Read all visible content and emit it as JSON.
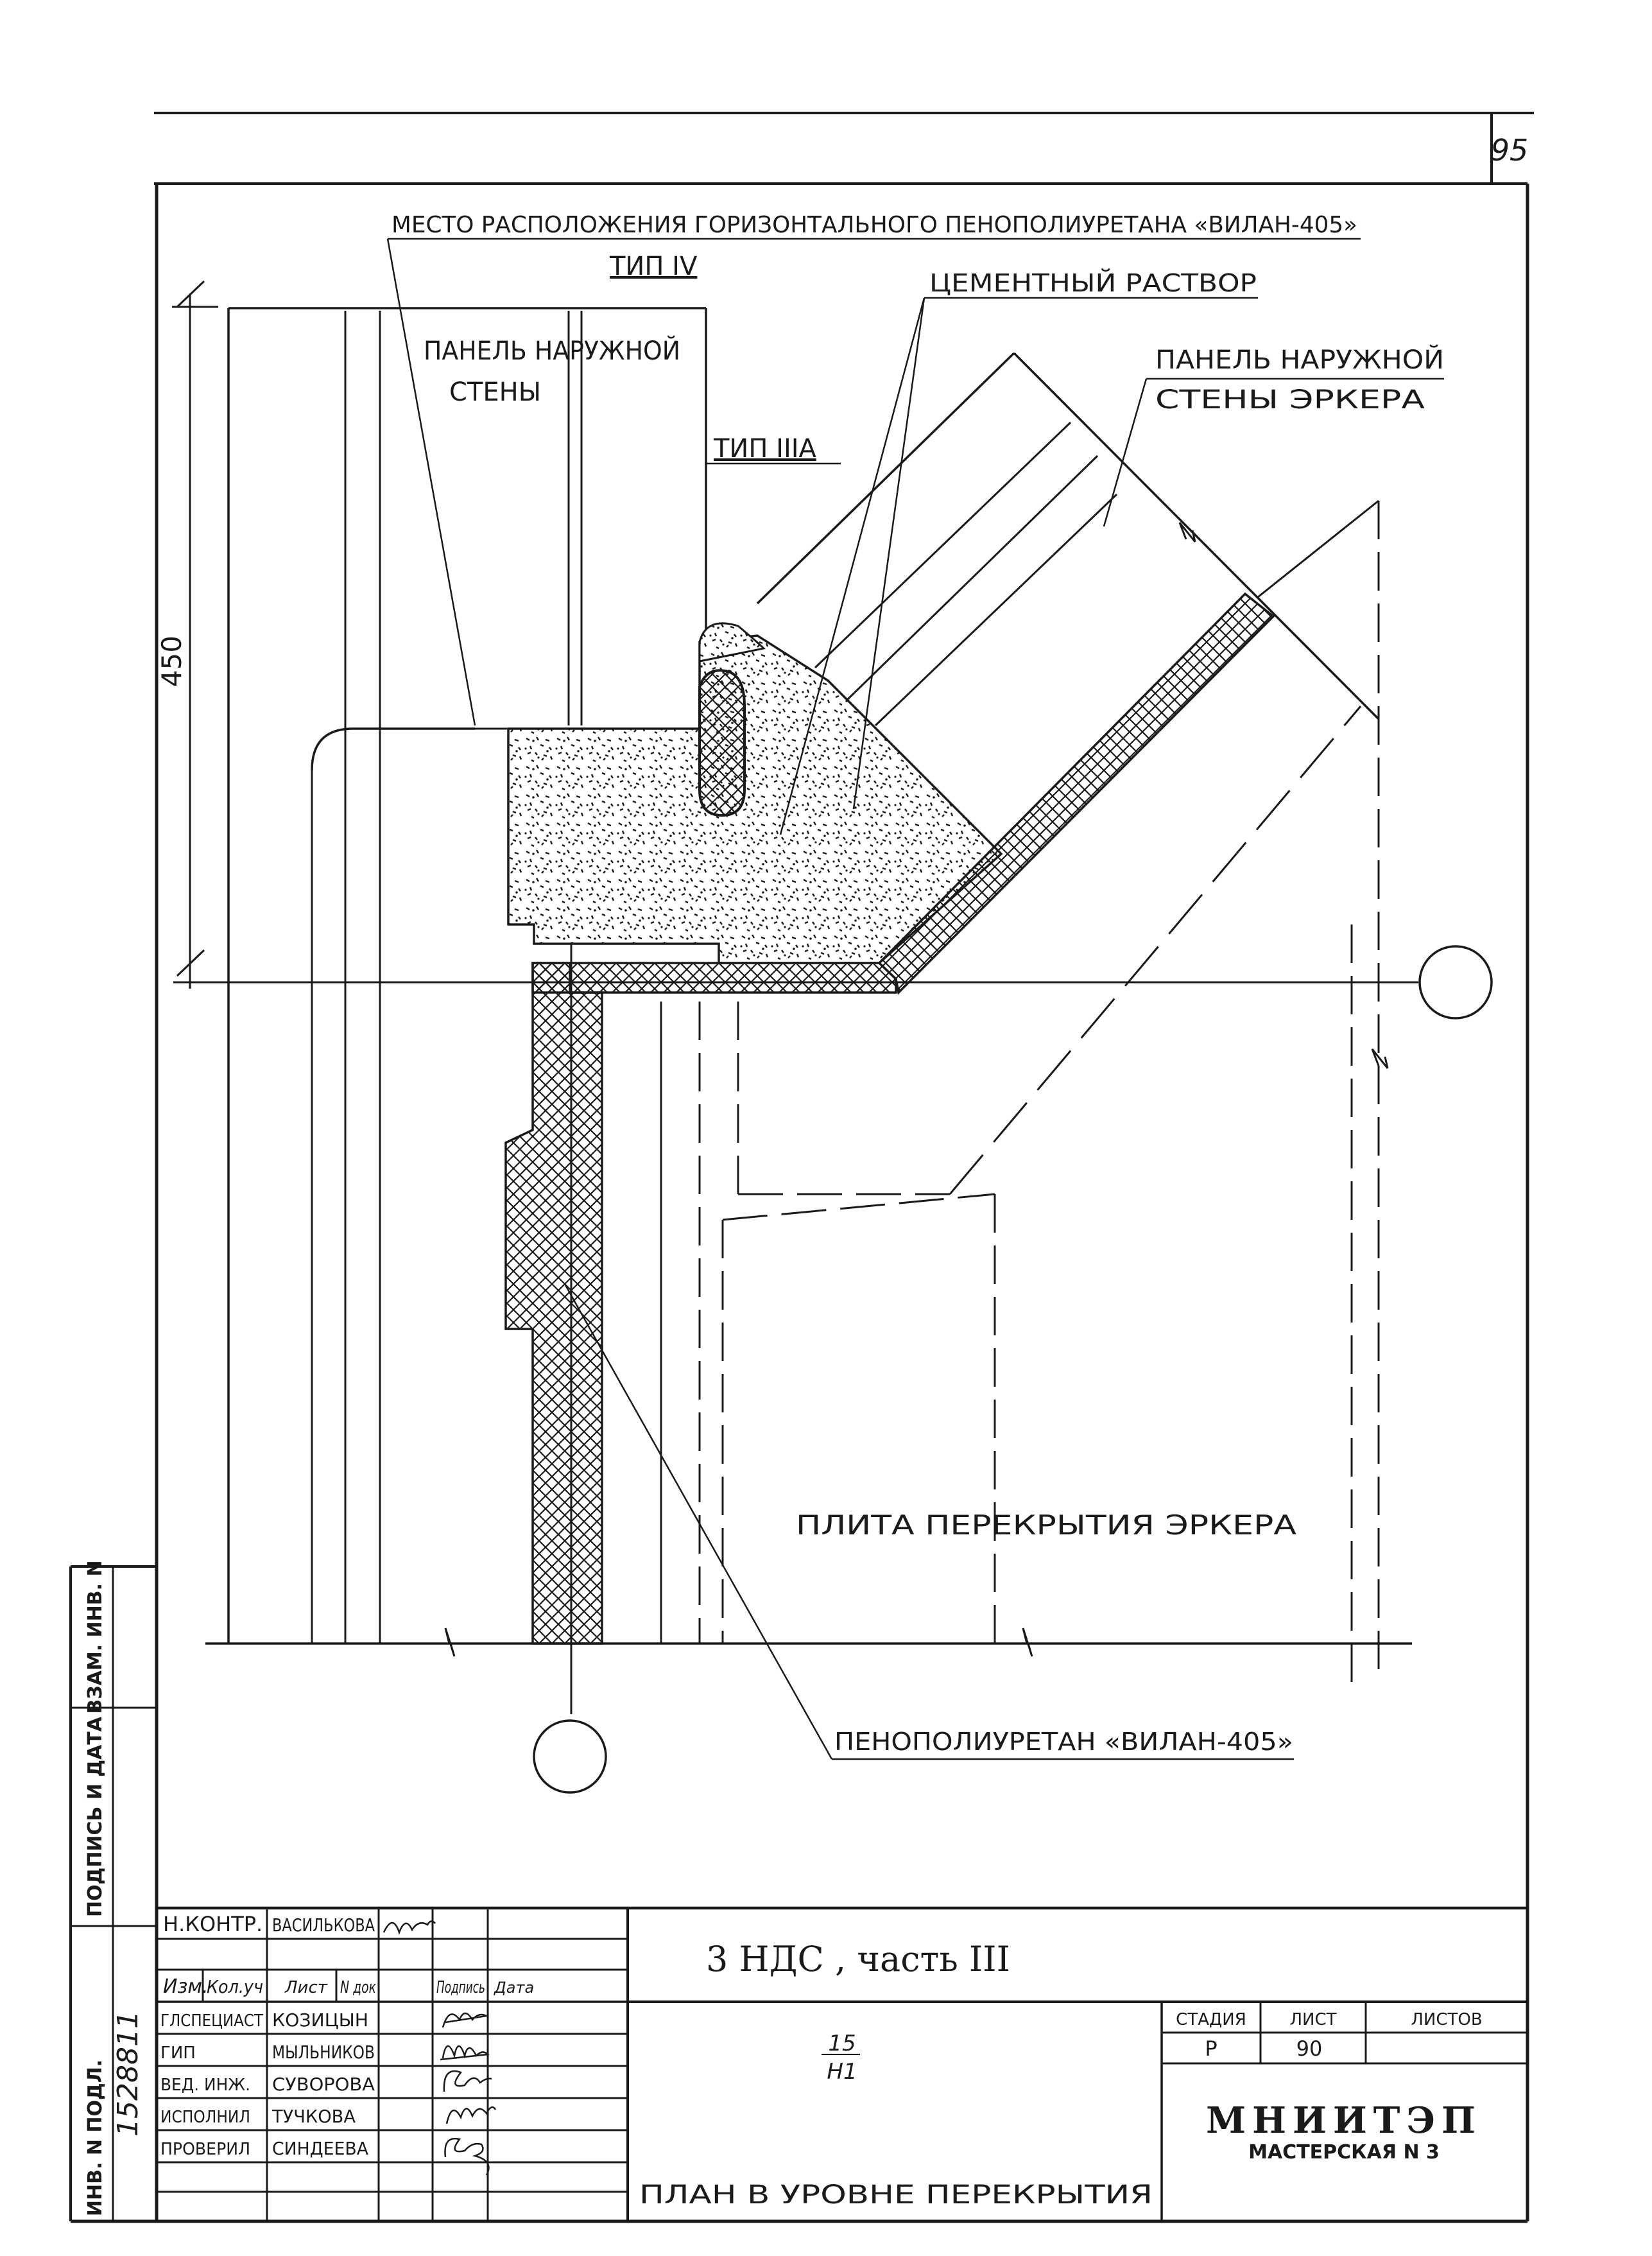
{
  "sheet_number": "95",
  "labels": {
    "vilan_location": "МЕСТО РАСПОЛОЖЕНИЯ ГОРИЗОНТАЛЬНОГО ПЕНОПОЛИУРЕТАНА «ВИЛАН-405»",
    "type_iv": "ТИП IV",
    "cement": "ЦЕМЕНТНЫЙ РАСТВОР",
    "outer_panel_line1": "ПАНЕЛЬ НАРУЖНОЙ",
    "outer_panel_line2": "СТЕНЫ",
    "erker_panel_line1": "ПАНЕЛЬ НАРУЖНОЙ",
    "erker_panel_line2": "СТЕНЫ ЭРКЕРА",
    "type_iiia": "ТИП IIIA",
    "slab": "ПЛИТА ПЕРЕКРЫТИЯ ЭРКЕРА",
    "pu_foam": "ПЕНОПОЛИУРЕТАН «ВИЛАН-405»"
  },
  "dimension": "450",
  "side_stamp": {
    "c1": "ВЗАМ. ИНВ. N",
    "c2": "ПОДПИСЬ И ДАТА",
    "c3": "ИНВ. N ПОДЛ.",
    "inv_number": "1528811"
  },
  "title_block": {
    "norm_control_role": "Н.КОНТР.",
    "norm_control_name": "ВАСИЛЬКОВА",
    "head_izm": "Изм.",
    "head_kol": "Кол.уч",
    "head_list": "Лист",
    "head_ndok": "N док",
    "head_sign": "Подпись",
    "head_date": "Дата",
    "rows": [
      {
        "role": "ГЛСПЕЦИАСТ",
        "name": "КОЗИЦЫН"
      },
      {
        "role": "ГИП",
        "name": "МЫЛЬНИКОВ"
      },
      {
        "role": "ВЕД. ИНЖ.",
        "name": "СУВОРОВА"
      },
      {
        "role": "ИСПОЛНИЛ",
        "name": "ТУЧКОВА"
      },
      {
        "role": "ПРОВЕРИЛ",
        "name": "СИНДЕЕВА"
      }
    ],
    "project_title": "3 НДС , часть III",
    "sheet_code_top": "15",
    "sheet_code_bottom": "Н1",
    "drawing_title": "ПЛАН В УРОВНЕ ПЕРЕКРЫТИЯ",
    "stage_head": "СТАДИЯ",
    "list_head": "ЛИСТ",
    "lists_head": "ЛИСТОВ",
    "stage": "Р",
    "list": "90",
    "lists": "",
    "org_name": "МНИИТЭП",
    "org_sub": "МАСТЕРСКАЯ N 3"
  }
}
